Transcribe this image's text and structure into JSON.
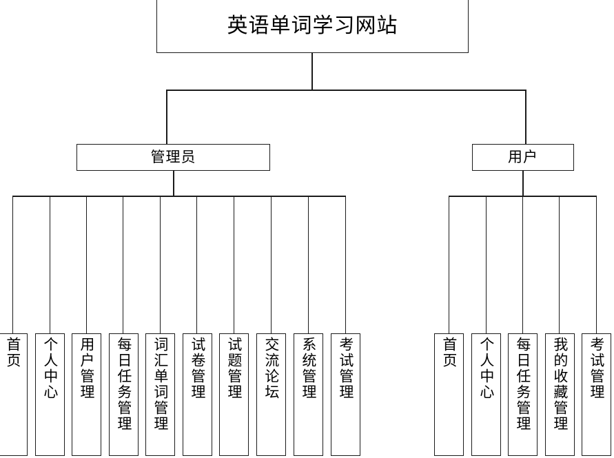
{
  "diagram": {
    "type": "tree",
    "title": "英语单词学习网站",
    "root": {
      "label": "英语单词学习网站"
    },
    "branches": [
      {
        "key": "admin",
        "label": "管理员",
        "leaves": [
          {
            "label": "首页"
          },
          {
            "label": "个人中心"
          },
          {
            "label": "用户管理"
          },
          {
            "label": "每日任务管理"
          },
          {
            "label": "词汇单词管理"
          },
          {
            "label": "试卷管理"
          },
          {
            "label": "试题管理"
          },
          {
            "label": "交流论坛"
          },
          {
            "label": "系统管理"
          },
          {
            "label": "考试管理"
          }
        ]
      },
      {
        "key": "user",
        "label": "用户",
        "leaves": [
          {
            "label": "首页"
          },
          {
            "label": "个人中心"
          },
          {
            "label": "每日任务管理"
          },
          {
            "label": "我的收藏管理"
          },
          {
            "label": "考试管理"
          }
        ]
      }
    ],
    "style": {
      "line_color": "#1a1a1a",
      "box_fill": "#ffffff",
      "background": "#ffffff"
    }
  }
}
